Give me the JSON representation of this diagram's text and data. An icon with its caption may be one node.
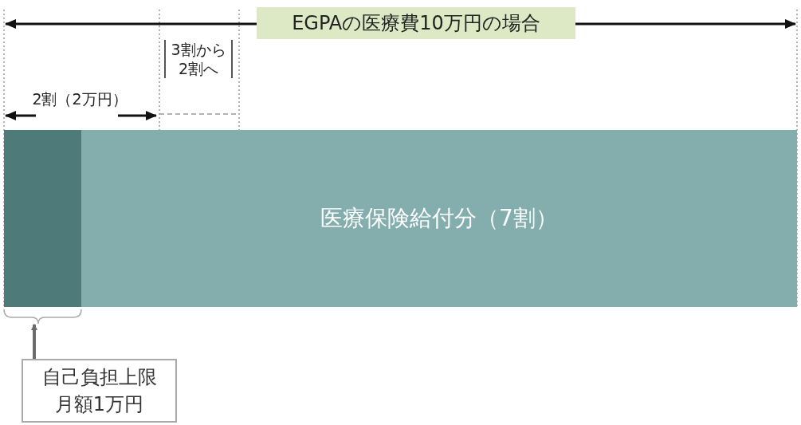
{
  "diagram": {
    "title": "EGPAの医療費10万円の場合",
    "nodes": [
      {
        "text": [],
        "shape": "bar"
      },
      {
        "text": [
          "医療保険給付分（7割）"
        ]
      },
      {
        "text": [
          "自己負担上限月額1万円"
        ]
      }
    ],
    "edges": [
      {
        "from": 2,
        "to": 0,
        "arrow": "to"
      }
    ],
    "labels": [
      "2割（2万円）",
      "3割から2割へ"
    ]
  }
}
